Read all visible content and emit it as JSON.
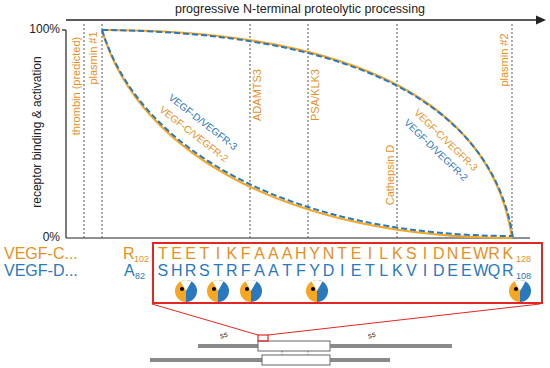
{
  "diagram": {
    "nodes": [
      {
        "text": [
          "TEETIKFAAAHYNTEILKSIDNEWRK",
          "SHRSTRFAATFYDIETLKVIDEEWQR"
        ]
      }
    ],
    "labels": [
      "progressive N-terminal proteolytic processing",
      "100%",
      "0%",
      "receptor binding & activation",
      "thrombin (predicted)",
      "plasmin #1",
      "ADAMTS3",
      "PSA/KLK3",
      "Cathepsin D",
      "plasmin #2",
      "VEGF-D/VEGFR-3",
      "VEGF-C/VEGFR-2",
      "VEGF-C/VEGFR-3",
      "VEGF-D/VEGFR-2",
      "VEGF-C...",
      "R",
      "102",
      "128",
      "VEGF-D...",
      "A",
      "82",
      "108",
      "ss",
      "ss"
    ]
  }
}
